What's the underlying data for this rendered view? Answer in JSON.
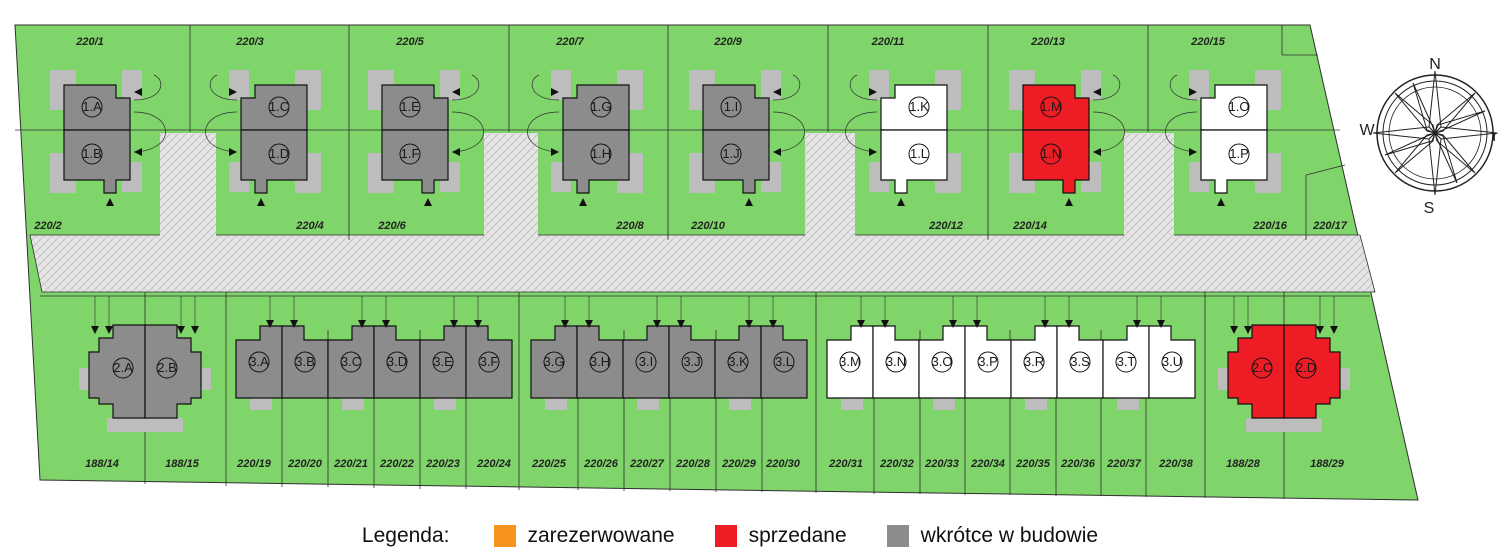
{
  "colors": {
    "plot_green": "#7fd46a",
    "plot_line": "#2f2f2f",
    "road": "#e6e6e6",
    "in_construction": "#8c8c8c",
    "sold": "#ee1c24",
    "reserved": "#f7941d",
    "available": "#ffffff",
    "garage": "#bdbdbd"
  },
  "top_plots": {
    "upper": [
      "220/1",
      "220/3",
      "220/5",
      "220/7",
      "220/9",
      "220/11",
      "220/13",
      "220/15"
    ],
    "lower": [
      "220/2",
      "220/4",
      "220/6",
      "220/8",
      "220/10",
      "220/12",
      "220/14",
      "220/16",
      "220/17"
    ]
  },
  "bottom_plots": [
    "188/14",
    "188/15",
    "220/19",
    "220/20",
    "220/21",
    "220/22",
    "220/23",
    "220/24",
    "220/25",
    "220/26",
    "220/27",
    "220/28",
    "220/29",
    "220/30",
    "220/31",
    "220/32",
    "220/33",
    "220/34",
    "220/35",
    "220/36",
    "220/37",
    "220/38",
    "188/28",
    "188/29"
  ],
  "houses_row1": [
    {
      "top": "1.A",
      "bottom": "1.B",
      "status": "in_construction"
    },
    {
      "top": "1.C",
      "bottom": "1.D",
      "status": "in_construction"
    },
    {
      "top": "1.E",
      "bottom": "1.F",
      "status": "in_construction"
    },
    {
      "top": "1.G",
      "bottom": "1.H",
      "status": "in_construction"
    },
    {
      "top": "1.I",
      "bottom": "1.J",
      "status": "in_construction"
    },
    {
      "top": "1.K",
      "bottom": "1.L",
      "status": "available"
    },
    {
      "top": "1.M",
      "bottom": "1.N",
      "status": "sold"
    },
    {
      "top": "1.O",
      "bottom": "1.P",
      "status": "available"
    }
  ],
  "houses_row2_duplex": [
    {
      "left": "2.A",
      "right": "2.B",
      "status": "in_construction"
    },
    {
      "left": "2.C",
      "right": "2.D",
      "status": "sold"
    }
  ],
  "houses_row3": [
    {
      "group": [
        {
          "label": "3.A"
        },
        {
          "label": "3.B"
        },
        {
          "label": "3.C"
        },
        {
          "label": "3.D"
        },
        {
          "label": "3.E"
        },
        {
          "label": "3.F"
        }
      ],
      "status": "in_construction"
    },
    {
      "group": [
        {
          "label": "3.G"
        },
        {
          "label": "3.H"
        },
        {
          "label": "3.I"
        },
        {
          "label": "3.J"
        },
        {
          "label": "3.K"
        },
        {
          "label": "3.L"
        }
      ],
      "status": "in_construction"
    },
    {
      "group": [
        {
          "label": "3.M"
        },
        {
          "label": "3.N"
        },
        {
          "label": "3.O"
        },
        {
          "label": "3.P"
        },
        {
          "label": "3.R"
        },
        {
          "label": "3.S"
        },
        {
          "label": "3.T"
        },
        {
          "label": "3.U"
        }
      ],
      "status": "available"
    }
  ],
  "compass": {
    "north": "N",
    "south": "S",
    "west": "W",
    "east": "r"
  },
  "legend": {
    "title": "Legenda:",
    "items": [
      {
        "label": "zarezerwowane",
        "color": "#f7941d"
      },
      {
        "label": "sprzedane",
        "color": "#ee1c24"
      },
      {
        "label": "wkrótce w budowie",
        "color": "#8c8c8c"
      }
    ]
  }
}
